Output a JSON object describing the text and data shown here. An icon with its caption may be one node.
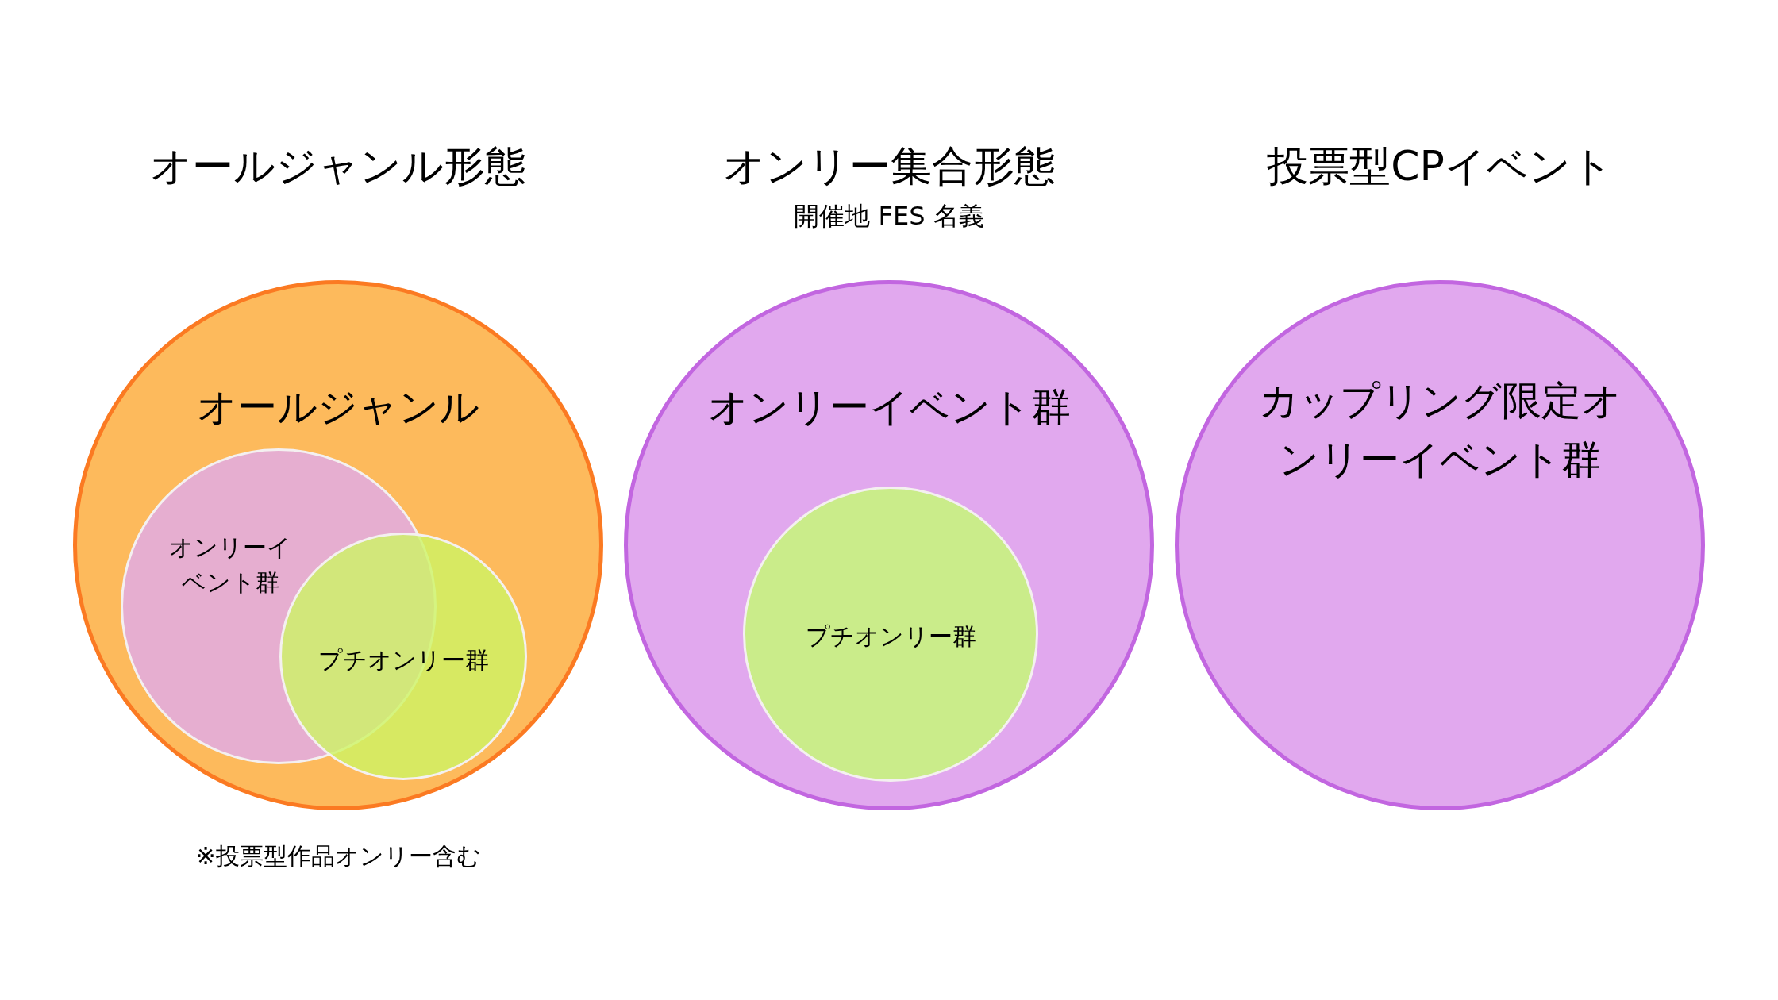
{
  "diagram": {
    "nodes": [
      {
        "text": [
          "オールジャンル"
        ]
      },
      {
        "text": [
          "オンリーイベント群"
        ],
        "in": 0
      },
      {
        "text": [
          "プチオンリー群"
        ],
        "in": 0
      },
      {
        "text": [
          "オンリーイベント群"
        ]
      },
      {
        "text": [
          "プチオンリー群"
        ],
        "in": 3
      },
      {
        "text": [
          "カップリング限定オンリーイベント群"
        ]
      }
    ],
    "labels": [
      "オールジャンル形態",
      "オンリー集合形態",
      "開催地 FES 名義",
      "投票型CPイベント",
      "※投票型作品オンリー含む"
    ]
  }
}
